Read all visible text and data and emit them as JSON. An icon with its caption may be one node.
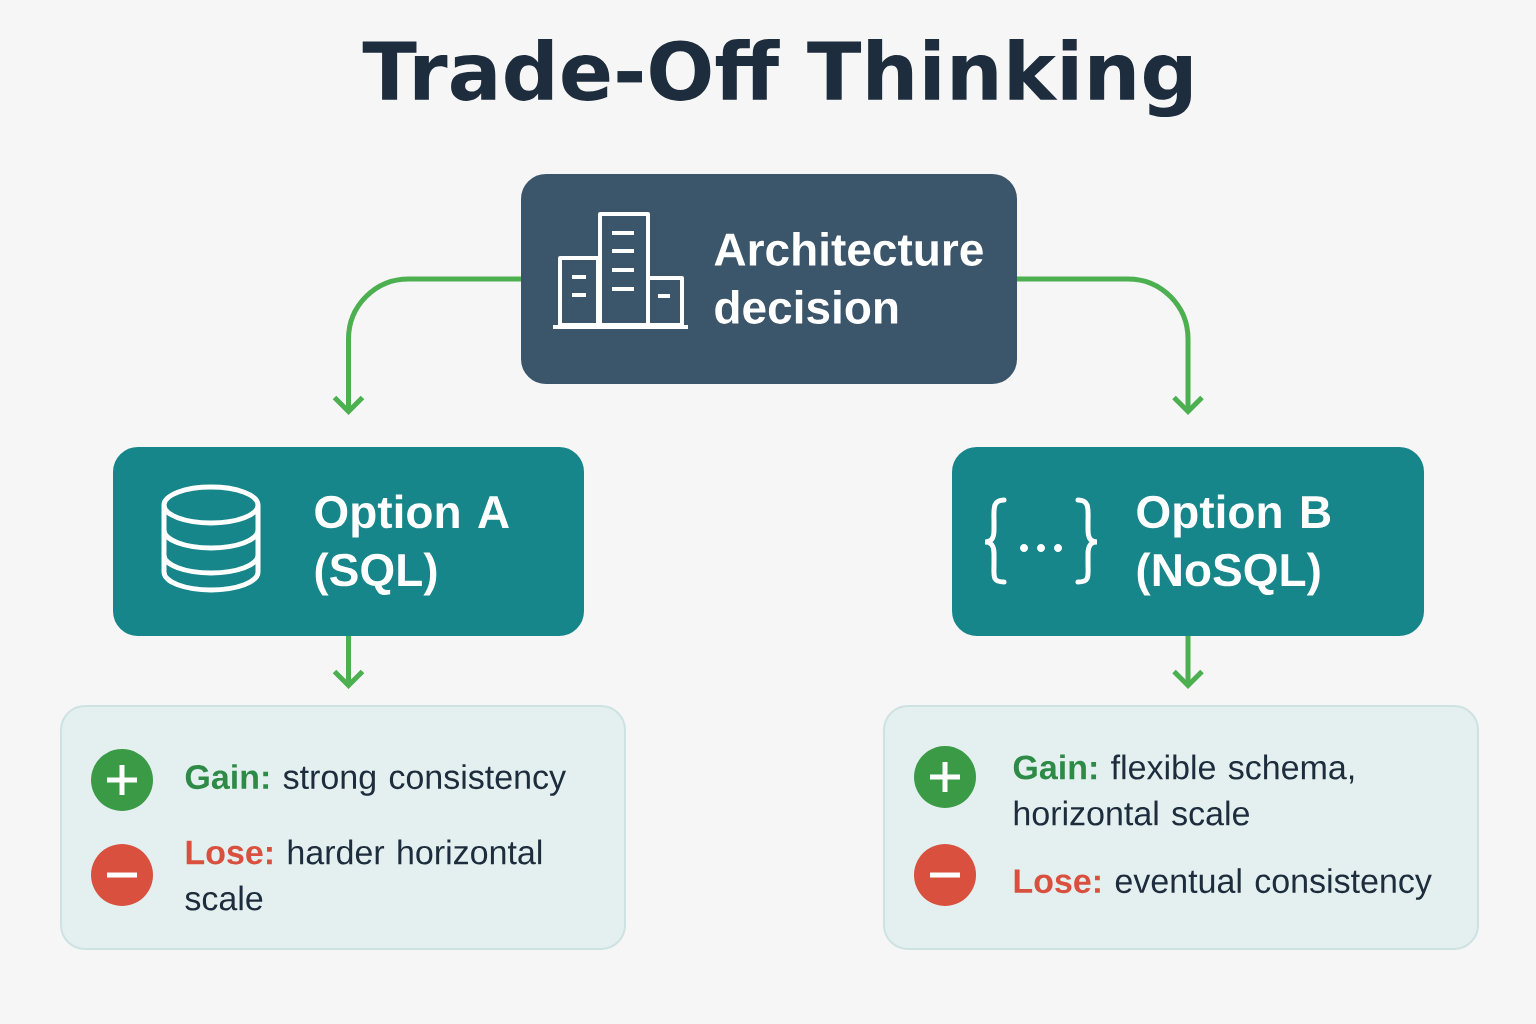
{
  "diagram": {
    "title": "Trade-Off Thinking",
    "nodes": [
      {
        "text": [
          "Architecture decision"
        ]
      },
      {
        "text": [
          "Option A (SQL)"
        ]
      },
      {
        "text": [
          "Option B (NoSQL)"
        ]
      },
      {
        "text": [
          "Gain:",
          "strong consistency",
          "Lose:",
          "harder horizontal scale"
        ]
      },
      {
        "text": [
          "Gain:",
          "flexible schema, horizontal scale",
          "Lose:",
          "eventual consistency"
        ]
      }
    ],
    "edges": [
      {
        "from": 0,
        "to": 1,
        "arrow": "to"
      },
      {
        "from": 0,
        "to": 2,
        "arrow": "to"
      },
      {
        "from": 1,
        "to": 3,
        "arrow": "to"
      },
      {
        "from": 2,
        "to": 4,
        "arrow": "to"
      }
    ]
  }
}
